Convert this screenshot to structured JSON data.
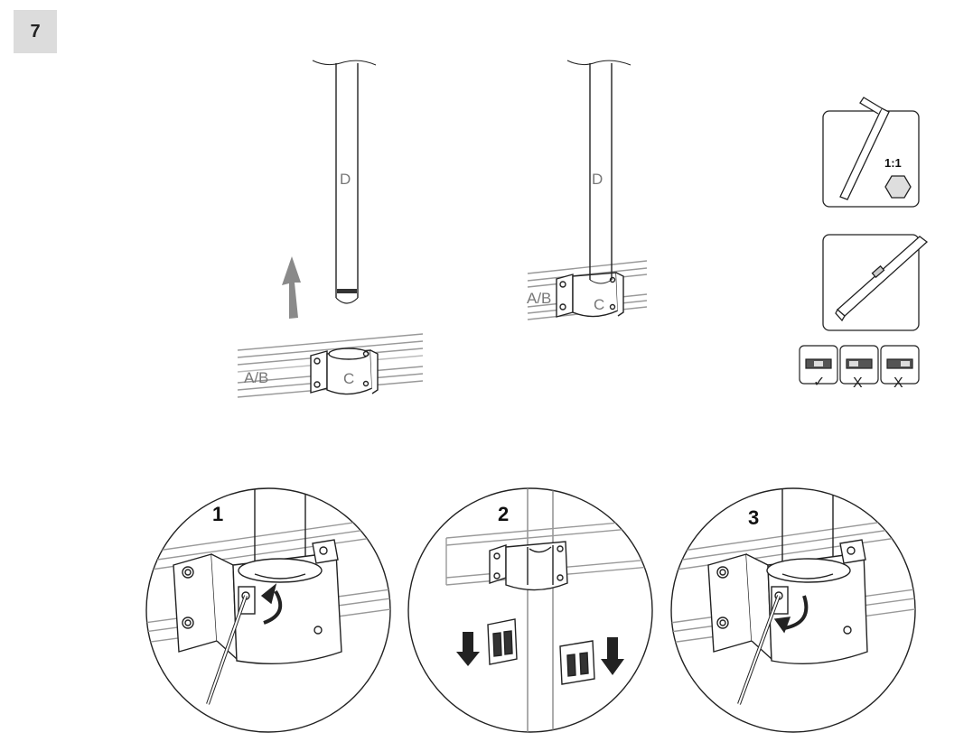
{
  "step": {
    "number": "7"
  },
  "parts": {
    "rail": "A/B",
    "clamp": "C",
    "pole": "D"
  },
  "tools": {
    "scale_label": "1:1",
    "hex_key_icon": "hex-key-icon",
    "level_icon": "spirit-level-icon"
  },
  "level_checks": [
    {
      "mark": "✓",
      "status": "correct"
    },
    {
      "mark": "X",
      "status": "wrong"
    },
    {
      "mark": "X",
      "status": "wrong"
    }
  ],
  "detail_steps": [
    {
      "number": "1",
      "action": "loosen-screw"
    },
    {
      "number": "2",
      "action": "insert-clamp-inserts"
    },
    {
      "number": "3",
      "action": "tighten-screw"
    }
  ],
  "colors": {
    "line": "#222222",
    "label": "#777777",
    "arrow": "#888888",
    "step_box": "#dcdcdc"
  }
}
